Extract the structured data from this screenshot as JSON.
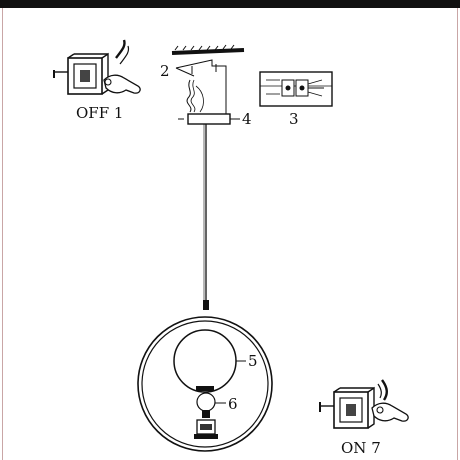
{
  "steps": {
    "step1_label": "OFF 1",
    "step2_label": "2",
    "step3_label": "3",
    "step4_label": "4",
    "step5_label": "5",
    "step6_label": "6",
    "step7_label": "ON 7"
  },
  "colors": {
    "line": "#111111",
    "frame": "#c9a6a6",
    "bar": "#111111"
  },
  "icons": [
    "switch-box-icon",
    "hand-icon",
    "ceiling-hatch-icon",
    "terminal-block-icon",
    "bulb-icon"
  ]
}
